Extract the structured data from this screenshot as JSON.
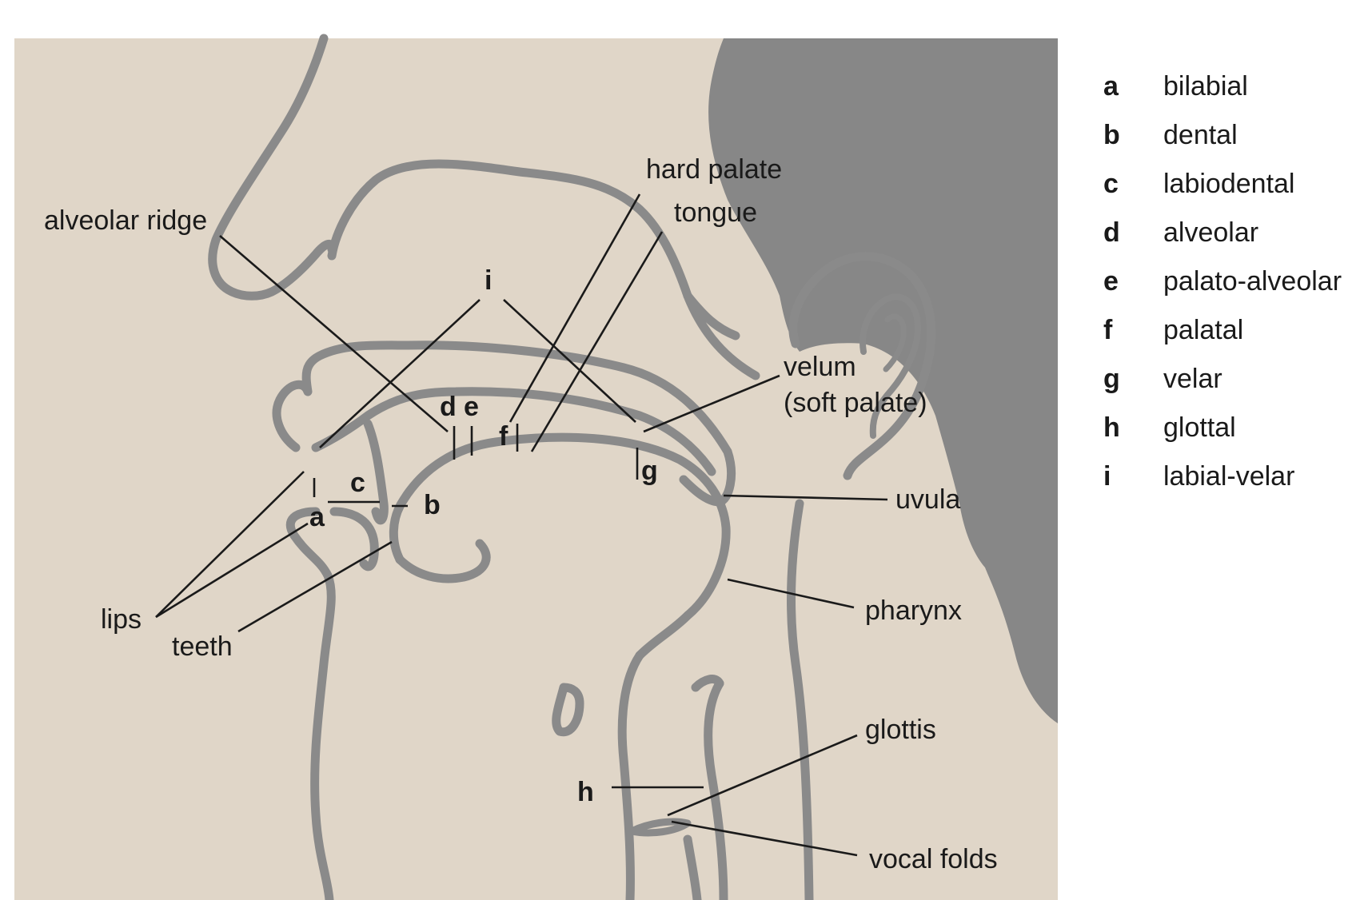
{
  "labels": {
    "alveolar_ridge": "alveolar ridge",
    "hard_palate": "hard palate",
    "tongue": "tongue",
    "velum_line1": "velum",
    "velum_line2": "(soft palate)",
    "uvula": "uvula",
    "pharynx": "pharynx",
    "glottis": "glottis",
    "vocal_folds": "vocal folds",
    "lips": "lips",
    "teeth": "teeth"
  },
  "place_markers": [
    "a",
    "b",
    "c",
    "d",
    "e",
    "f",
    "g",
    "h",
    "i"
  ],
  "legend": [
    {
      "letter": "a",
      "text": "bilabial"
    },
    {
      "letter": "b",
      "text": "dental"
    },
    {
      "letter": "c",
      "text": "labiodental"
    },
    {
      "letter": "d",
      "text": "alveolar"
    },
    {
      "letter": "e",
      "text": "palato-alveolar"
    },
    {
      "letter": "f",
      "text": "palatal"
    },
    {
      "letter": "g",
      "text": "velar"
    },
    {
      "letter": "h",
      "text": "glottal"
    },
    {
      "letter": "i",
      "text": "labial-velar"
    }
  ],
  "colors": {
    "background": "#e0d6c8",
    "tract_outline": "#8a8a8a",
    "hair": "#878787",
    "ink": "#1a1a1a"
  }
}
